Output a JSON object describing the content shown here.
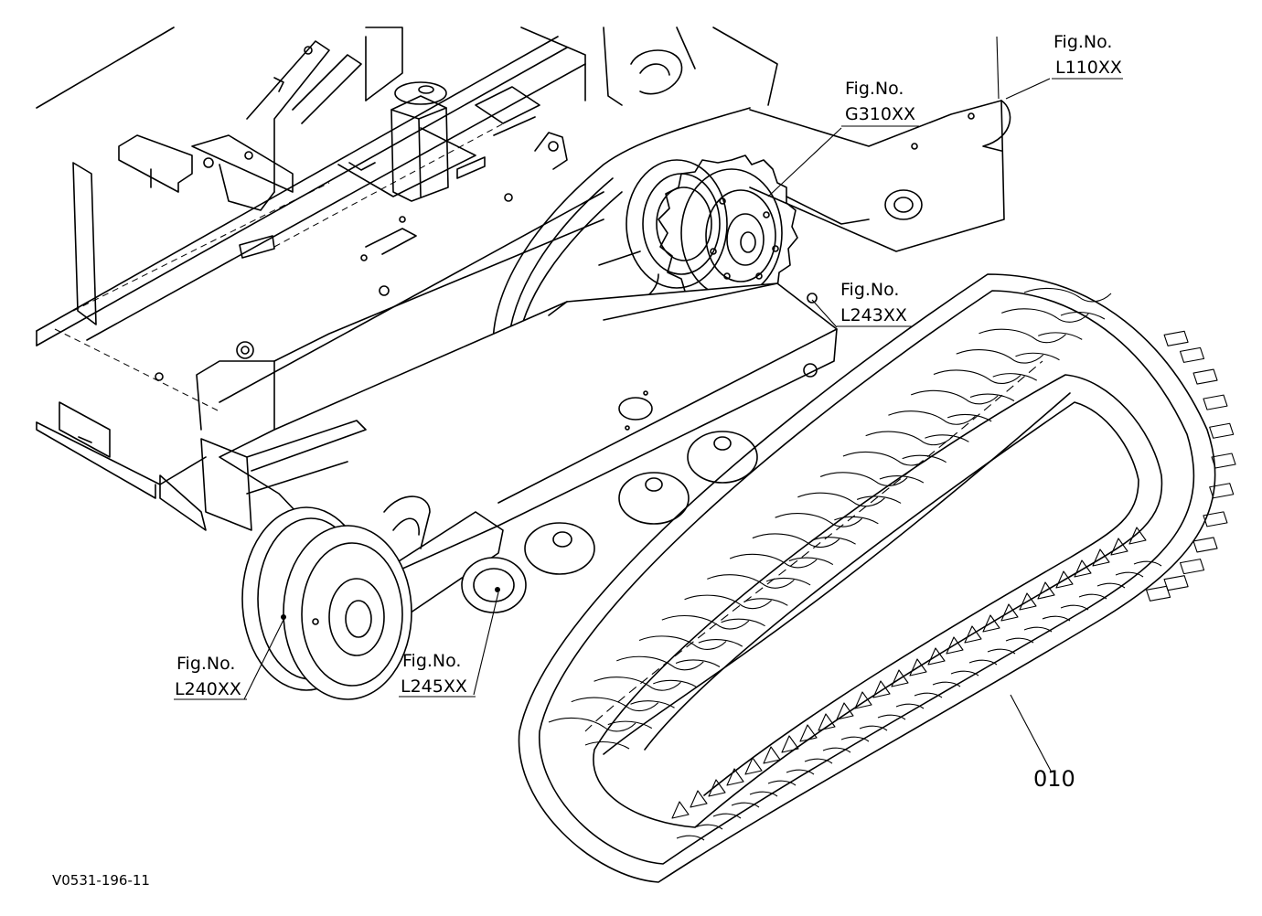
{
  "callouts": [
    {
      "id": "fig-l110",
      "line1": "Fig.No.",
      "line2": "L110XX"
    },
    {
      "id": "fig-g310",
      "line1": "Fig.No.",
      "line2": "G310XX"
    },
    {
      "id": "fig-l243",
      "line1": "Fig.No.",
      "line2": "L243XX"
    },
    {
      "id": "fig-l240",
      "line1": "Fig.No.",
      "line2": "L240XX"
    },
    {
      "id": "fig-l245",
      "line1": "Fig.No.",
      "line2": "L245XX"
    }
  ],
  "part_number": "010",
  "drawing_code": "V0531-196-11"
}
